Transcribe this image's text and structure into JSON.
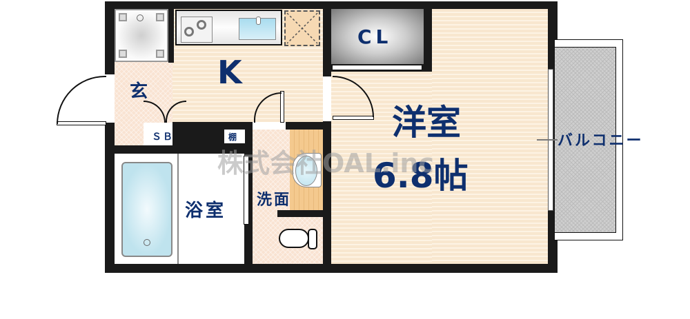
{
  "floor_plan": {
    "rooms": {
      "kitchen": {
        "label": "K"
      },
      "entrance": {
        "label": "玄"
      },
      "shoe_box": {
        "label": "ＳＢ"
      },
      "shelf": {
        "label": "棚"
      },
      "closet": {
        "label": "CL"
      },
      "western_room": {
        "label": "洋室",
        "size": "6.8帖"
      },
      "bathroom": {
        "label": "浴室"
      },
      "washroom": {
        "label": "洗面"
      },
      "balcony": {
        "label": "バルコニー"
      }
    },
    "watermark": "株式会社OAL.inc",
    "colors": {
      "wall": "#1a1a1a",
      "label": "#0e2f6e",
      "wood_floor": "#f8e7cf",
      "tile_floor": "#f9e3d2",
      "closet": "#8a8a8a",
      "balcony": "#c8c8c8",
      "bathtub": "#bfe3ee"
    }
  }
}
